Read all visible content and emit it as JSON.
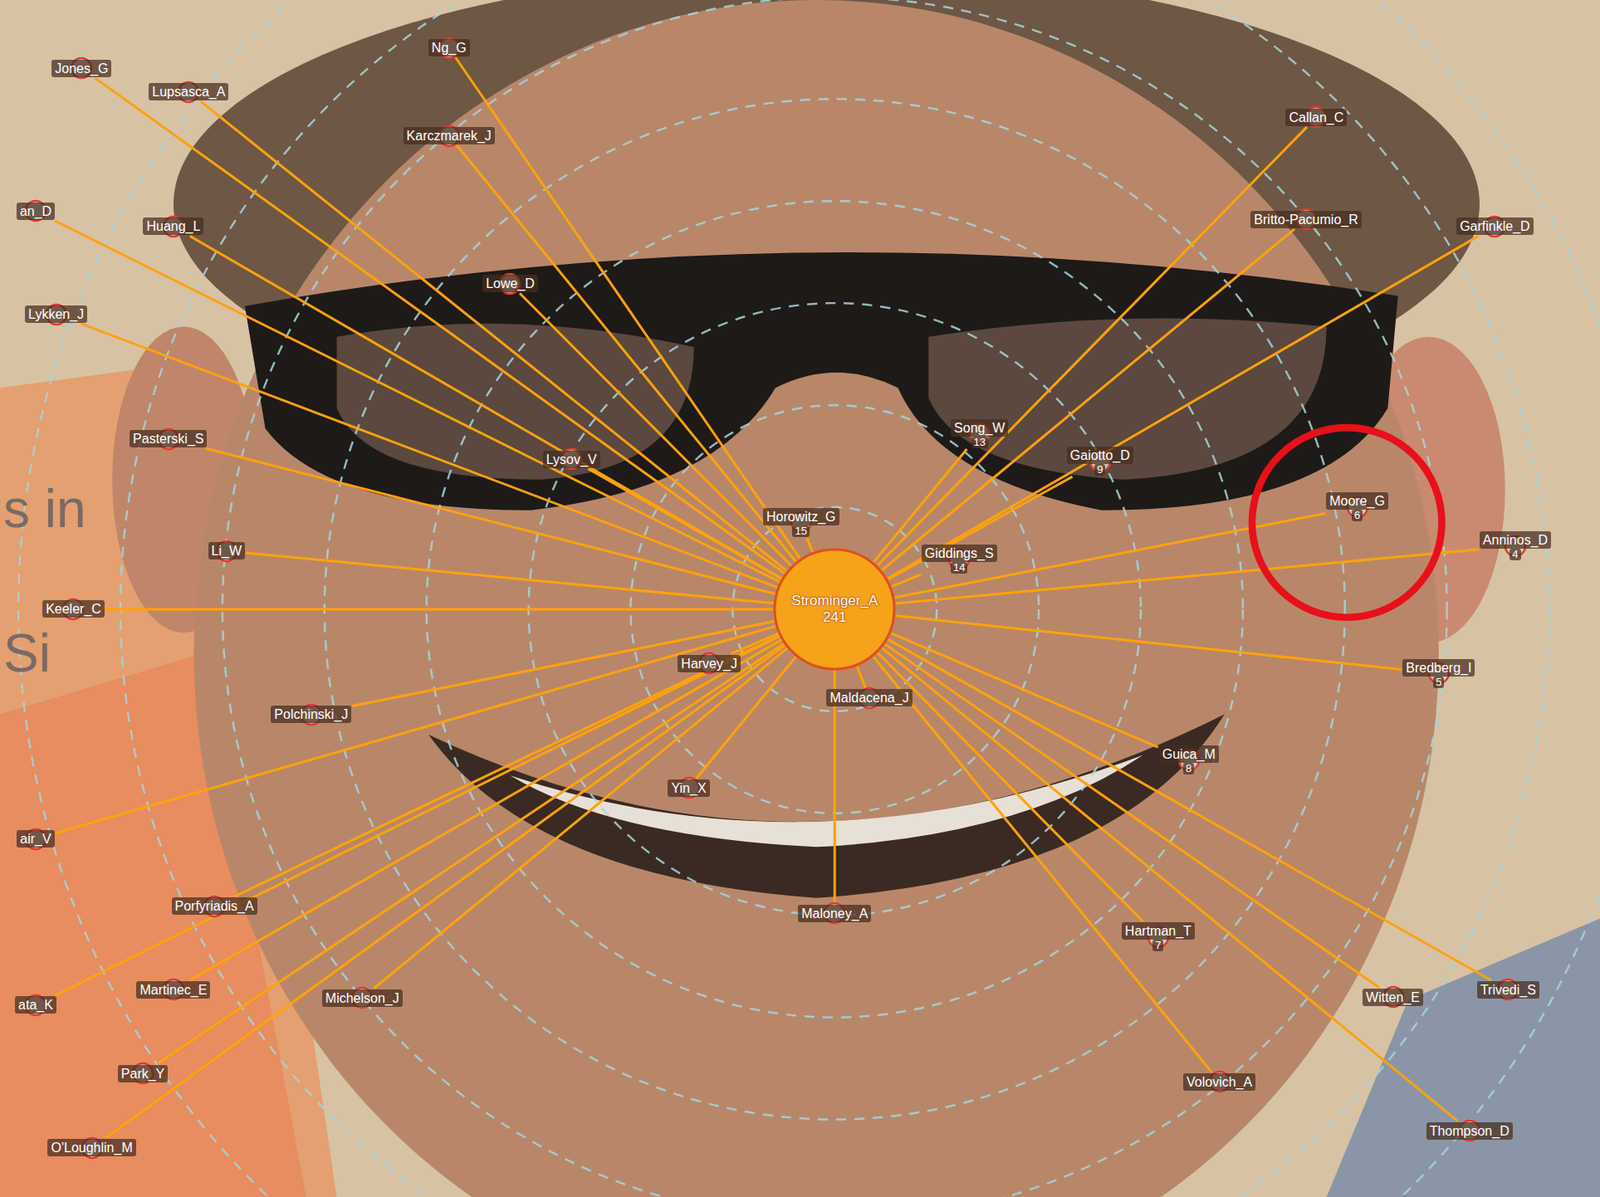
{
  "diagram": {
    "nodes": [
      {
        "text": [
          "Strominger_A",
          "241"
        ]
      },
      {
        "text": [
          "Jones_G"
        ]
      },
      {
        "text": [
          "Lupsasca_A"
        ]
      },
      {
        "text": [
          "Ng_G"
        ]
      },
      {
        "text": [
          "Karczmarek_J"
        ]
      },
      {
        "text": [
          "Callan_C"
        ]
      },
      {
        "text": [
          "an_D"
        ]
      },
      {
        "text": [
          "Huang_L"
        ]
      },
      {
        "text": [
          "Britto-Pacumio_R"
        ]
      },
      {
        "text": [
          "Garfinkle_D"
        ]
      },
      {
        "text": [
          "Lowe_D"
        ]
      },
      {
        "text": [
          "Lykken_J"
        ]
      },
      {
        "text": [
          "Pasterski_S"
        ]
      },
      {
        "text": [
          "Song_W",
          "13"
        ]
      },
      {
        "text": [
          "Lysov_V"
        ]
      },
      {
        "text": [
          "Gaiotto_D",
          "9"
        ]
      },
      {
        "text": [
          "Moore_G",
          "6"
        ]
      },
      {
        "text": [
          "Horowitz_G",
          "15"
        ]
      },
      {
        "text": [
          "Anninos_D",
          "4"
        ]
      },
      {
        "text": [
          "Giddings_S",
          "14"
        ]
      },
      {
        "text": [
          "Li_W"
        ]
      },
      {
        "text": [
          "Keeler_C"
        ]
      },
      {
        "text": [
          "Harvey_J"
        ]
      },
      {
        "text": [
          "Bredberg_I",
          "5"
        ]
      },
      {
        "text": [
          "Maldacena_J"
        ]
      },
      {
        "text": [
          "Polchinski_J"
        ]
      },
      {
        "text": [
          "Guica_M",
          "8"
        ]
      },
      {
        "text": [
          "Yin_X"
        ]
      },
      {
        "text": [
          "air_V"
        ]
      },
      {
        "text": [
          "Porfyriadis_A"
        ]
      },
      {
        "text": [
          "Maloney_A"
        ]
      },
      {
        "text": [
          "Hartman_T",
          "7"
        ]
      },
      {
        "text": [
          "Martinec_E"
        ]
      },
      {
        "text": [
          "Michelson_J"
        ]
      },
      {
        "text": [
          "Witten_E"
        ]
      },
      {
        "text": [
          "Trivedi_S"
        ]
      },
      {
        "text": [
          "ata_K"
        ]
      },
      {
        "text": [
          "Park_Y"
        ]
      },
      {
        "text": [
          "Volovich_A"
        ]
      },
      {
        "text": [
          "O'Loughlin_M"
        ]
      },
      {
        "text": [
          "Thompson_D"
        ]
      }
    ],
    "edges": [
      {
        "from": 0,
        "to": 1,
        "arrow": "none"
      },
      {
        "from": 0,
        "to": 2,
        "arrow": "none"
      },
      {
        "from": 0,
        "to": 3,
        "arrow": "none"
      },
      {
        "from": 0,
        "to": 4,
        "arrow": "none"
      },
      {
        "from": 0,
        "to": 5,
        "arrow": "none"
      },
      {
        "from": 0,
        "to": 6,
        "arrow": "none"
      },
      {
        "from": 0,
        "to": 7,
        "arrow": "none"
      },
      {
        "from": 0,
        "to": 8,
        "arrow": "none"
      },
      {
        "from": 0,
        "to": 9,
        "arrow": "none"
      },
      {
        "from": 0,
        "to": 10,
        "arrow": "none"
      },
      {
        "from": 0,
        "to": 11,
        "arrow": "none"
      },
      {
        "from": 0,
        "to": 12,
        "arrow": "none"
      },
      {
        "from": 0,
        "to": 13,
        "arrow": "none"
      },
      {
        "from": 0,
        "to": 14,
        "arrow": "none"
      },
      {
        "from": 0,
        "to": 15,
        "arrow": "none"
      },
      {
        "from": 0,
        "to": 16,
        "arrow": "none"
      },
      {
        "from": 0,
        "to": 17,
        "arrow": "none"
      },
      {
        "from": 0,
        "to": 18,
        "arrow": "none"
      },
      {
        "from": 0,
        "to": 19,
        "arrow": "none"
      },
      {
        "from": 0,
        "to": 20,
        "arrow": "none"
      },
      {
        "from": 0,
        "to": 21,
        "arrow": "none"
      },
      {
        "from": 0,
        "to": 22,
        "arrow": "none"
      },
      {
        "from": 0,
        "to": 23,
        "arrow": "none"
      },
      {
        "from": 0,
        "to": 24,
        "arrow": "none"
      },
      {
        "from": 0,
        "to": 25,
        "arrow": "none"
      },
      {
        "from": 0,
        "to": 26,
        "arrow": "none"
      },
      {
        "from": 0,
        "to": 27,
        "arrow": "none"
      },
      {
        "from": 0,
        "to": 28,
        "arrow": "none"
      },
      {
        "from": 0,
        "to": 29,
        "arrow": "none"
      },
      {
        "from": 0,
        "to": 30,
        "arrow": "none"
      },
      {
        "from": 0,
        "to": 31,
        "arrow": "none"
      },
      {
        "from": 0,
        "to": 32,
        "arrow": "none"
      },
      {
        "from": 0,
        "to": 33,
        "arrow": "none"
      },
      {
        "from": 0,
        "to": 34,
        "arrow": "none"
      },
      {
        "from": 0,
        "to": 35,
        "arrow": "none"
      },
      {
        "from": 0,
        "to": 36,
        "arrow": "none"
      },
      {
        "from": 0,
        "to": 37,
        "arrow": "none"
      },
      {
        "from": 0,
        "to": 38,
        "arrow": "none"
      },
      {
        "from": 0,
        "to": 39,
        "arrow": "none"
      },
      {
        "from": 0,
        "to": 40,
        "arrow": "none"
      }
    ],
    "labels": [
      "s in",
      "Si"
    ]
  }
}
